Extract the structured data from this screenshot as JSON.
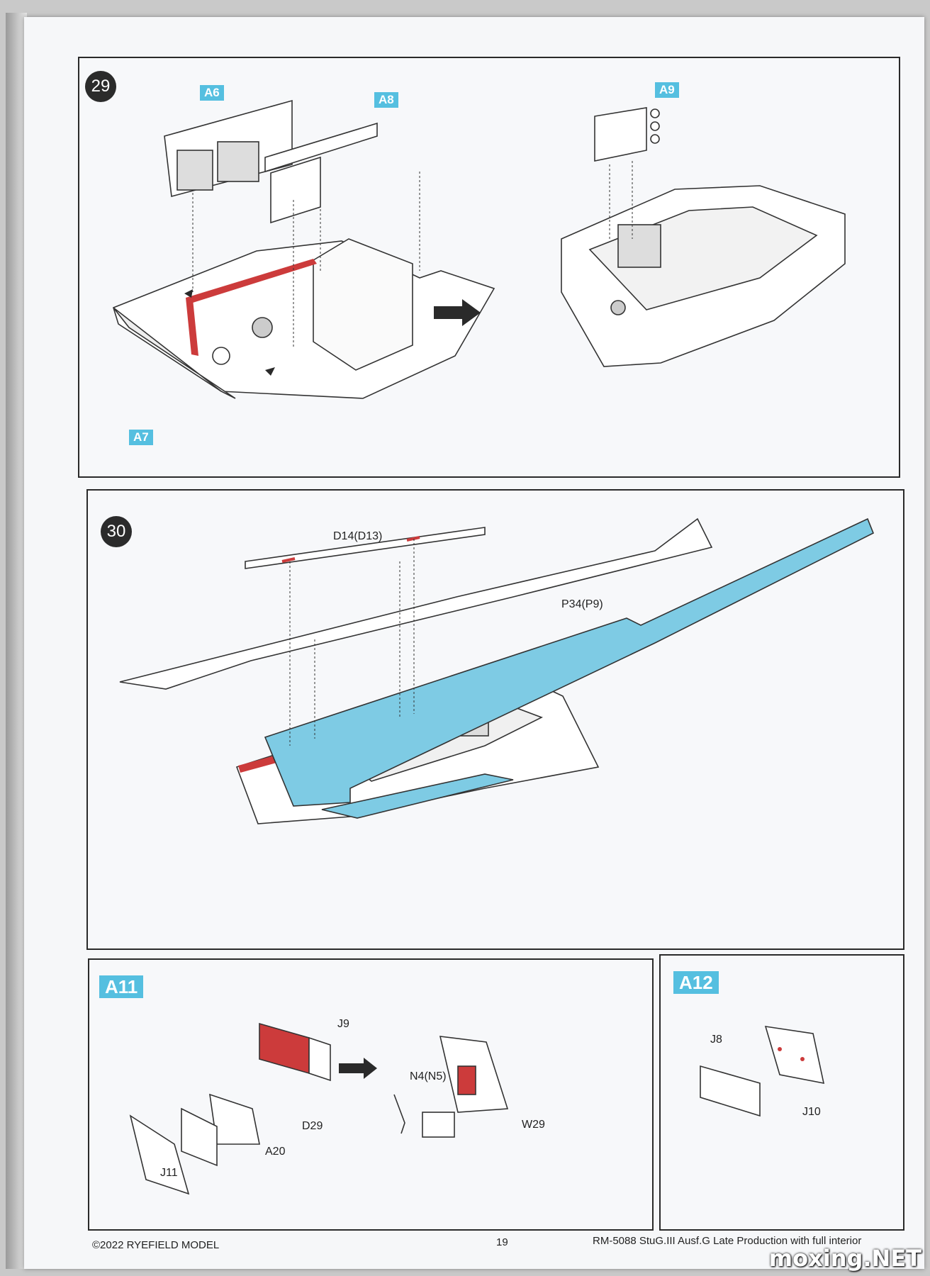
{
  "steps": {
    "step29": {
      "number": "29",
      "parts": {
        "a6": "A6",
        "a8": "A8",
        "a9": "A9",
        "a7": "A7"
      }
    },
    "step30": {
      "number": "30",
      "parts": {
        "d14": "D14(D13)",
        "p34": "P34(P9)"
      }
    },
    "a11": {
      "badge": "A11",
      "parts": {
        "j9": "J9",
        "d29": "D29",
        "a20": "A20",
        "j11": "J11",
        "n4": "N4(N5)",
        "w29": "W29"
      }
    },
    "a12": {
      "badge": "A12",
      "parts": {
        "j8": "J8",
        "j10": "J10"
      }
    }
  },
  "footer": {
    "copyright": "©2022 RYEFIELD MODEL",
    "page_number": "19",
    "product": "RM-5088 StuG.III Ausf.G Late Production with full interior"
  },
  "watermark": "moxing.NET",
  "colors": {
    "highlight_red": "#cc3b3b",
    "highlight_blue": "#7ecbe4",
    "badge_blue": "#55bfe0"
  }
}
